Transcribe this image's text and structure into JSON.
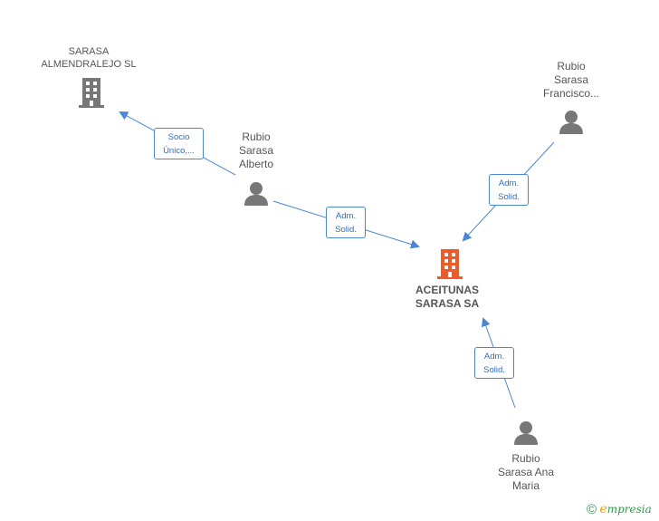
{
  "nodes": {
    "sarasa_almendralejo": {
      "line1": "SARASA",
      "line2": "ALMENDRALEJO SL",
      "type": "company"
    },
    "aceitunas_sarasa": {
      "line1": "ACEITUNAS",
      "line2": "SARASA SA",
      "type": "company-focus"
    },
    "rubio_alberto": {
      "line1": "Rubio",
      "line2": "Sarasa",
      "line3": "Alberto",
      "type": "person"
    },
    "rubio_francisco": {
      "line1": "Rubio",
      "line2": "Sarasa",
      "line3": "Francisco...",
      "type": "person"
    },
    "rubio_ana_maria": {
      "line1": "Rubio",
      "line2": "Sarasa Ana",
      "line3": "Maria",
      "type": "person"
    }
  },
  "relations": {
    "socio": {
      "line1": "Socio",
      "line2": "Único,..."
    },
    "adm_alberto": {
      "line1": "Adm.",
      "line2": "Solid."
    },
    "adm_francisco": {
      "line1": "Adm.",
      "line2": "Solid."
    },
    "adm_ana": {
      "line1": "Adm.",
      "line2": "Solid."
    }
  },
  "brand": {
    "symbol": "©",
    "first_letter": "e",
    "rest": "mpresia"
  },
  "colors": {
    "edge": "#4a86d4",
    "company": "#777777",
    "focus": "#f05a28",
    "person": "#777777"
  }
}
